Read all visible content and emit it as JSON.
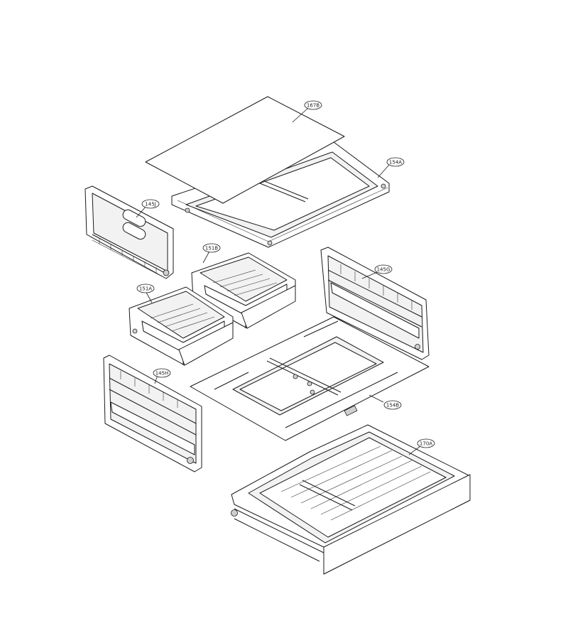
{
  "parts": [
    {
      "id": "p167b",
      "label": "167B"
    },
    {
      "id": "p154a",
      "label": "154A"
    },
    {
      "id": "p145j",
      "label": "145J"
    },
    {
      "id": "p151b",
      "label": "151B"
    },
    {
      "id": "p145g",
      "label": "145G"
    },
    {
      "id": "p151a",
      "label": "151A"
    },
    {
      "id": "p145h",
      "label": "145H"
    },
    {
      "id": "p154b",
      "label": "154B"
    },
    {
      "id": "p170a",
      "label": "170A"
    }
  ]
}
